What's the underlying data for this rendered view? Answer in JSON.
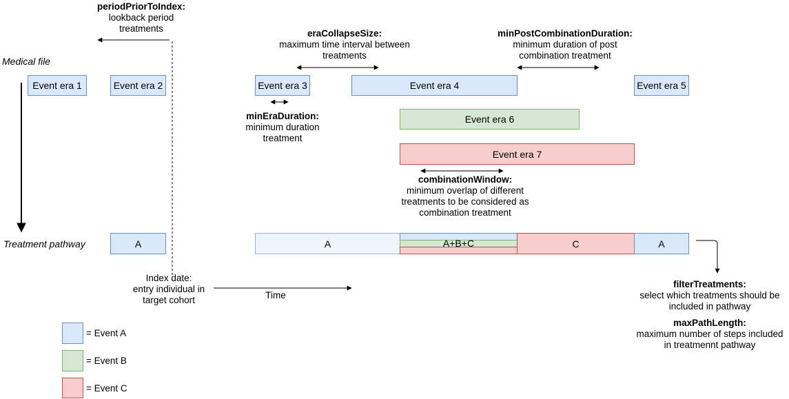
{
  "rows": {
    "medical_file": "Medical file",
    "treatment_pathway": "Treatment pathway"
  },
  "events": {
    "era1": "Event era 1",
    "era2": "Event era 2",
    "era3": "Event era 3",
    "era4": "Event era 4",
    "era5": "Event era 5",
    "era6": "Event era 6",
    "era7": "Event era 7"
  },
  "pathway": {
    "a1": "A",
    "a2": "A",
    "abc": "A+B+C",
    "c": "C",
    "a3": "A"
  },
  "annotations": {
    "periodPriorToIndex": {
      "title": "periodPriorToIndex:",
      "line1": "lookback period",
      "line2": "treatments"
    },
    "eraCollapseSize": {
      "title": "eraCollapseSize:",
      "line1": "maximum time interval between",
      "line2": "treatments"
    },
    "minPostCombinationDuration": {
      "title": "minPostCombinationDuration:",
      "line1": "minimum duration of post",
      "line2": "combination treatment"
    },
    "minEraDuration": {
      "title": "minEraDuration:",
      "line1": "minimum duration",
      "line2": "treatment"
    },
    "combinationWindow": {
      "title": "combinationWindow:",
      "line1": "minimum overlap of different",
      "line2": "treatments to be considered as",
      "line3": "combination treatment"
    },
    "indexDate": {
      "line1": "Index date:",
      "line2": "entry individual in",
      "line3": "target cohort"
    },
    "time": "Time",
    "filterTreatments": {
      "title": "filterTreatments:",
      "line1": "select which treatments should be",
      "line2": "included in pathway"
    },
    "maxPathLength": {
      "title": "maxPathLength:",
      "line1": "maximum number of steps included",
      "line2": "in treatmennt pathway"
    }
  },
  "legend": {
    "a": "= Event A",
    "b": "= Event B",
    "c": "= Event C"
  },
  "colors": {
    "eventA": "#dae8fc",
    "eventB": "#d5e8d4",
    "eventC": "#f8cecc"
  }
}
